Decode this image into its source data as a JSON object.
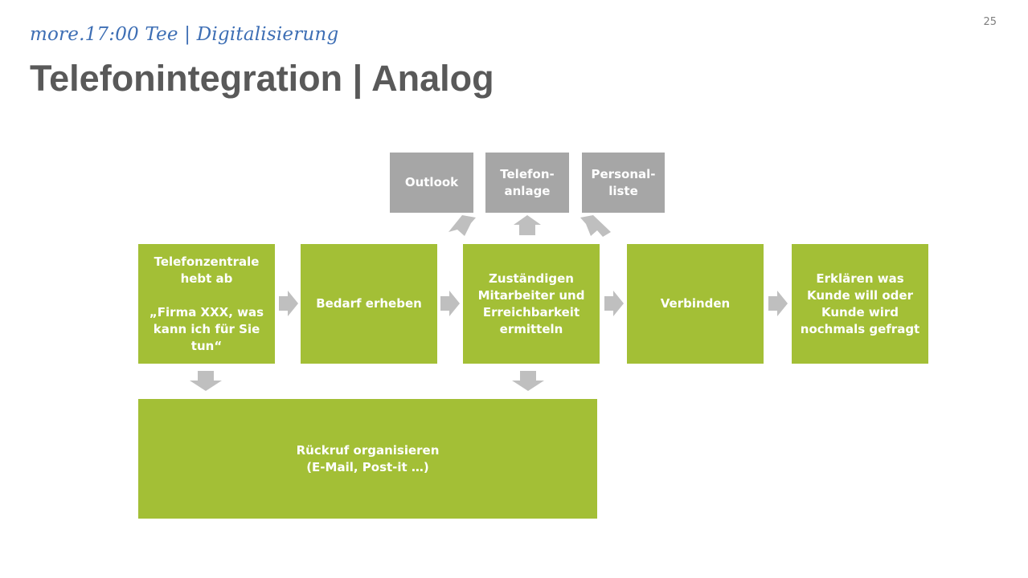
{
  "header": {
    "subtitle": "more.17:00 Tee | Digitalisierung",
    "title": "Telefonintegration | Analog",
    "page_number": "25"
  },
  "diagram": {
    "systems": [
      {
        "id": "outlook",
        "label": "Outlook"
      },
      {
        "id": "telefonanlage",
        "label": "Telefon-\nanlage"
      },
      {
        "id": "personalliste",
        "label": "Personal-\nliste"
      }
    ],
    "steps": [
      {
        "id": "telefonzentrale",
        "label": "Telefonzentrale\nhebt ab\n\n„Firma XXX, was\nkann ich für Sie\ntun“"
      },
      {
        "id": "bedarf",
        "label": "Bedarf erheben"
      },
      {
        "id": "zustaendigen",
        "label": "Zuständigen\nMitarbeiter und\nErreichbarkeit\nermitteln"
      },
      {
        "id": "verbinden",
        "label": "Verbinden"
      },
      {
        "id": "erklaeren",
        "label": "Erklären was\nKunde will oder\nKunde wird\nnochmals gefragt"
      }
    ],
    "callback": {
      "id": "rueckruf",
      "label": "Rückruf organisieren\n(E-Mail, Post-it …)"
    },
    "colors": {
      "step": "#a3bf36",
      "system": "#a6a6a6",
      "arrow": "#bfbfbf"
    }
  }
}
